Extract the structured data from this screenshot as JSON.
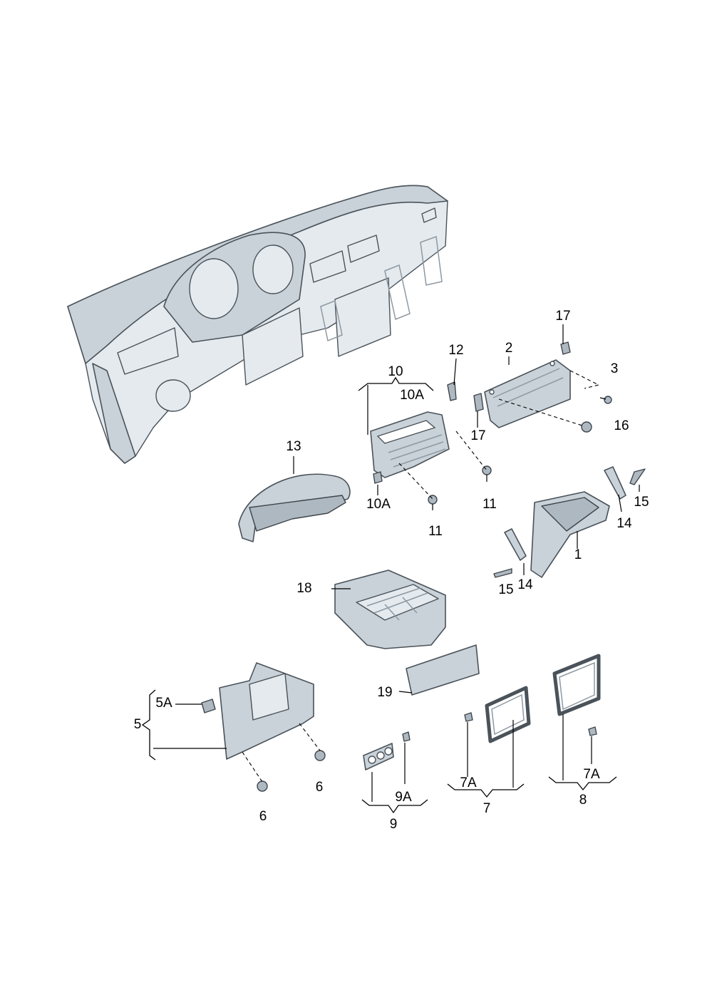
{
  "callouts": {
    "c1": "1",
    "c2": "2",
    "c3": "3",
    "c5": "5",
    "c5a": "5A",
    "c6a": "6",
    "c6b": "6",
    "c7": "7",
    "c7a_1": "7A",
    "c7a_2": "7A",
    "c8": "8",
    "c9": "9",
    "c9a": "9A",
    "c10": "10",
    "c10a_top": "10A",
    "c10a": "10A",
    "c11a": "11",
    "c11b": "11",
    "c12": "12",
    "c13": "13",
    "c14a": "14",
    "c14b": "14",
    "c15a": "15",
    "c15b": "15",
    "c16": "16",
    "c17a": "17",
    "c17b": "17",
    "c18": "18",
    "c19": "19"
  },
  "colors": {
    "part": "#c9d2d8",
    "outline": "#4a525a",
    "label": "#000000"
  }
}
